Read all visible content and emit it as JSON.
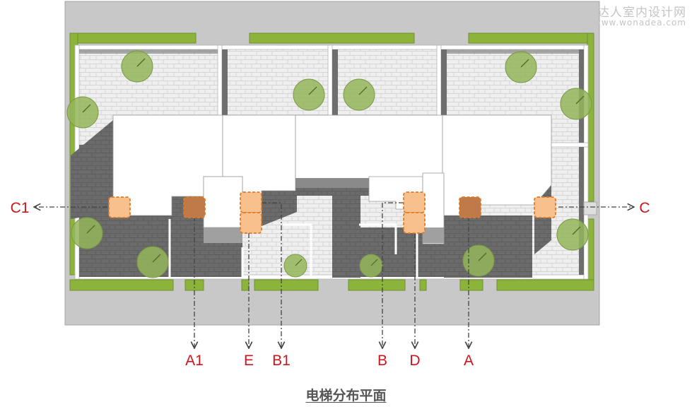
{
  "title": "电梯分布平面",
  "watermark": {
    "line1": "达人室内设计网",
    "line2": "www.wonadea.com"
  },
  "labels": {
    "C1": "C1",
    "C": "C",
    "A1": "A1",
    "E": "E",
    "B1": "B1",
    "B": "B",
    "D": "D",
    "A": "A"
  },
  "colors": {
    "label": "#d0141b",
    "elevator": "#f8c08c",
    "elevator_dark": "#c07a4a",
    "hedge": "#8db43a",
    "tree": "#93b55a",
    "site": "#c8c8c8"
  },
  "icons": [
    "tree-icon",
    "elevator-icon",
    "arrow-icon"
  ]
}
